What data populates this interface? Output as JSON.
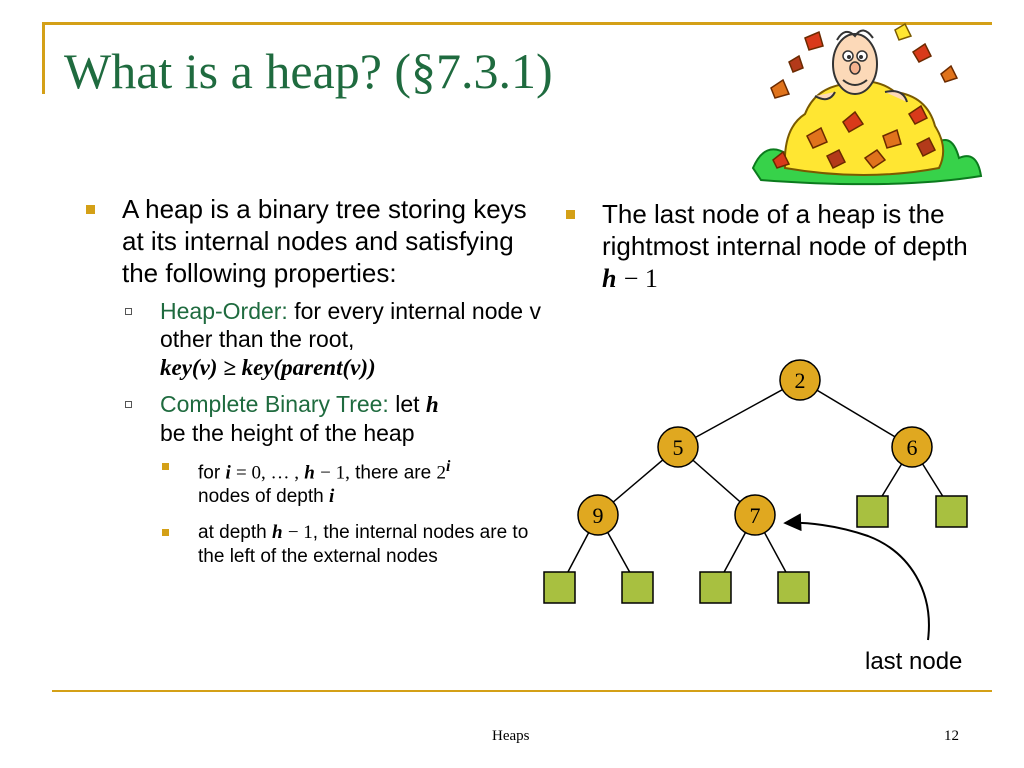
{
  "slide": {
    "title": "What is a heap? (§7.3.1)",
    "footer_title": "Heaps",
    "page_number": "12"
  },
  "left_column": {
    "intro": "A heap is a binary tree storing keys at its internal nodes and satisfying the following properties:",
    "heap_order": {
      "label": "Heap-Order:",
      "text": "for every internal node v other than the root,",
      "formula": "key(v) ≥ key(parent(v))"
    },
    "complete_tree": {
      "label": "Complete Binary Tree:",
      "text_before": "let",
      "var": "h",
      "text_after": "be the height of the heap"
    },
    "sub_bullets": {
      "first": {
        "w1": "for",
        "i": "i",
        "eq": "= 0, … ,",
        "h": "h",
        "minus": "− 1,",
        "w2": "there are",
        "base": "2",
        "exp": "i",
        "w3": "nodes of depth",
        "i2": "i"
      },
      "second": {
        "w1": "at depth",
        "h": "h",
        "minus": "− 1",
        "w2": ", the internal nodes are to the left of the external nodes"
      }
    }
  },
  "right_column": {
    "text": "The last node of a heap is the rightmost internal node of depth",
    "h": "h",
    "minus": "− 1"
  },
  "tree": {
    "internal_keys": [
      "2",
      "5",
      "6",
      "9",
      "7"
    ],
    "last_node_label": "last node",
    "colors": {
      "internal_fill": "#e0a820",
      "external_fill": "#a8c040",
      "stroke": "#000000"
    }
  },
  "colors": {
    "accent": "#d4a017",
    "title": "#1f6b3f"
  }
}
